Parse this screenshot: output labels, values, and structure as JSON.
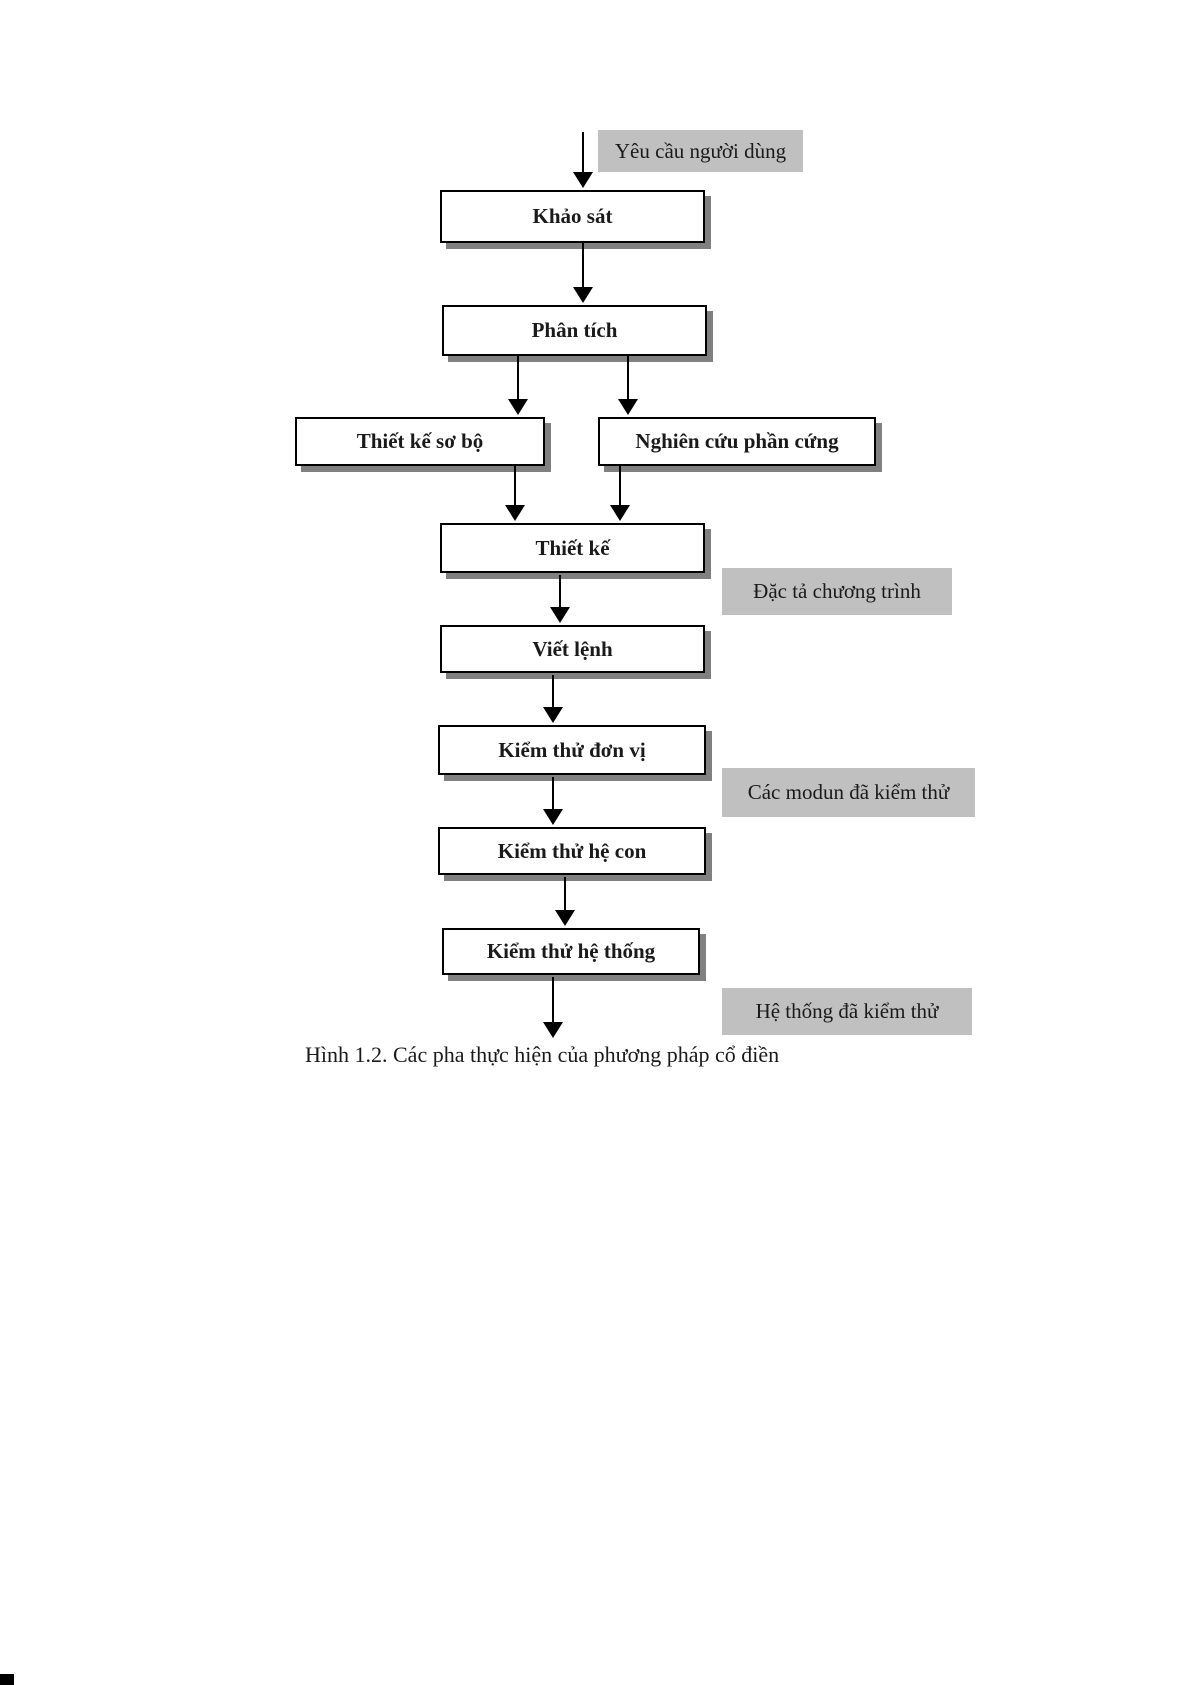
{
  "diagram": {
    "caption": "Hình 1.2. Các pha thực hiện của phương pháp cổ điền",
    "nodes": [
      {
        "id": "khao-sat",
        "label": "Khảo sát"
      },
      {
        "id": "phan-tich",
        "label": "Phân tích"
      },
      {
        "id": "thiet-ke-so-bo",
        "label": "Thiết kế sơ bộ"
      },
      {
        "id": "nghien-cuu-phan-cung",
        "label": "Nghiên cứu phần cứng"
      },
      {
        "id": "thiet-ke",
        "label": "Thiết kế"
      },
      {
        "id": "viet-lenh",
        "label": "Viết lệnh"
      },
      {
        "id": "kiem-thu-don-vi",
        "label": "Kiểm thử đơn vị"
      },
      {
        "id": "kiem-thu-he-con",
        "label": "Kiểm thử hệ con"
      },
      {
        "id": "kiem-thu-he-thong",
        "label": "Kiểm thử hệ thống"
      }
    ],
    "annotations": [
      {
        "id": "yeu-cau-nguoi-dung",
        "label": "Yêu cầu người dùng"
      },
      {
        "id": "dac-ta-chuong-trinh",
        "label": "Đặc tả chương trình"
      },
      {
        "id": "cac-modun-da-kiem-thu",
        "label": "Các modun đã kiểm thử"
      },
      {
        "id": "he-thong-da-kiem-thu",
        "label": "Hệ thống đã kiểm thử"
      }
    ],
    "colors": {
      "background": "#ffffff",
      "box_fill": "#ffffff",
      "box_border": "#000000",
      "box_shadow": "#808080",
      "annotation_bg": "#c0c0c0",
      "text": "#1a1a1a"
    }
  }
}
